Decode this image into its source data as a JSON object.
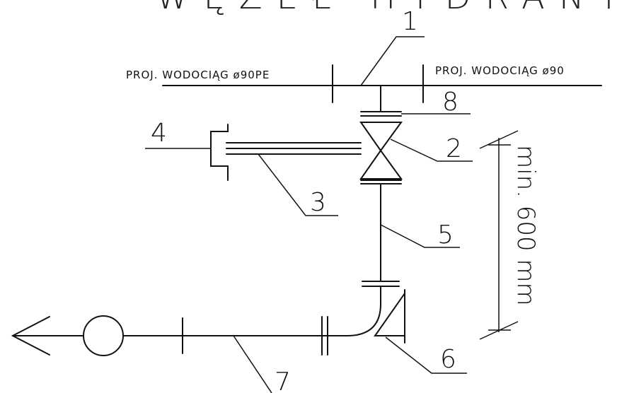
{
  "title": "WĘZEŁ HYDRANTOWY",
  "pipe_label_left": "PROJ. WODOCIĄG ø90PE",
  "pipe_label_right": "PROJ. WODOCIĄG ø90",
  "callouts": [
    "1",
    "2",
    "3",
    "4",
    "5",
    "6",
    "7",
    "8"
  ],
  "dimension_label": "min. 600 mm"
}
